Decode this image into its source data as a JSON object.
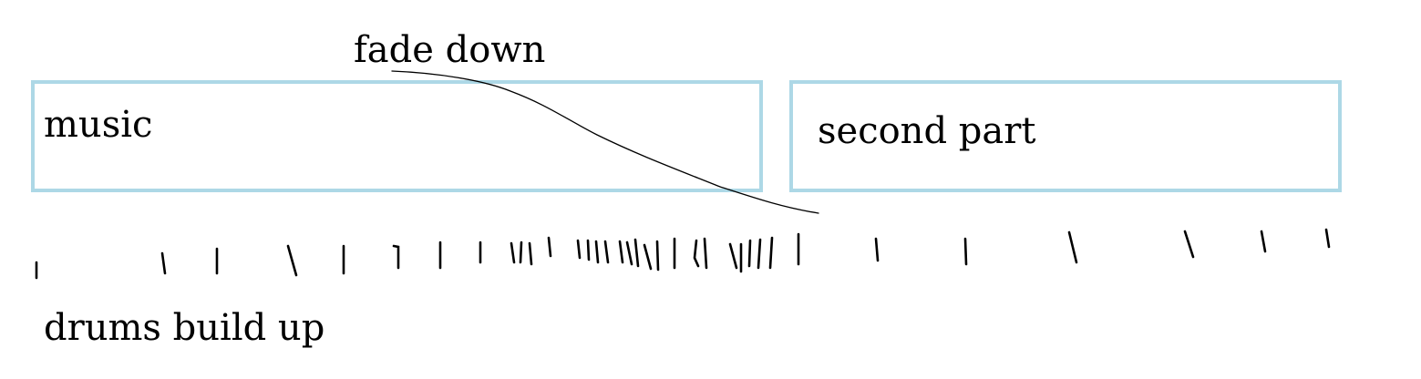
{
  "diagram": {
    "blocks": {
      "music": "music",
      "second_part": "second part"
    },
    "annotations": {
      "fade": "fade down",
      "drums": "drums build up"
    },
    "colors": {
      "block_border": "#add8e6",
      "ink": "#000000",
      "background": "#ffffff"
    }
  }
}
